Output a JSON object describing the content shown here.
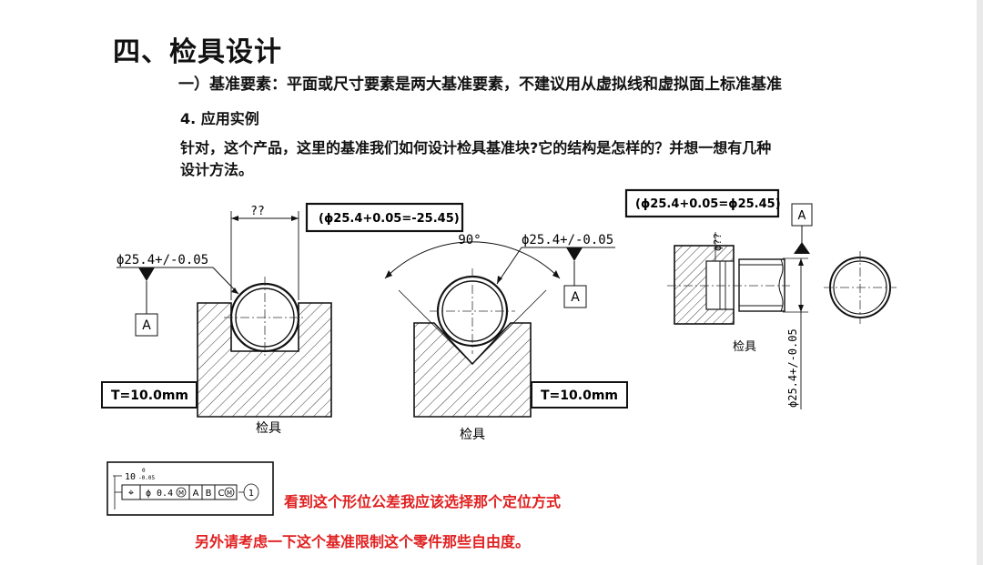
{
  "heading": "四、检具设计",
  "subheading": "一）基准要素：平面或尺寸要素是两大基准要素，不建议用从虚拟线和虚拟面上标准基准",
  "section": "4. 应用实例",
  "question_line1": "针对，这个产品，这里的基准我们如何设计检具基准块?它的结构是怎样的？并想一想有几种",
  "question_line2": "设计方法。",
  "fig1": {
    "dim_top": "??",
    "callout_dim": "ϕ25.4+/-0.05",
    "datum": "A",
    "thickness": "T=10.0mm",
    "caption": "检具"
  },
  "box_mid": "(ϕ25.4+0.05=-25.45)",
  "fig2": {
    "angle": "90°",
    "callout_dim": "ϕ25.4+/-0.05",
    "datum": "A",
    "thickness": "T=10.0mm",
    "caption": "检具"
  },
  "box_right": "(ϕ25.4+0.05=ϕ25.45)",
  "fig3": {
    "datum": "A",
    "bore_dim": "ϕ??",
    "shaft_dim": "ϕ25.4+/-0.05",
    "caption": "检具"
  },
  "fcf": {
    "dim": "10",
    "tol_upper": "0",
    "tol_lower": "-0.05",
    "symbol": "⌖",
    "tolerance": "ϕ 0.4",
    "modifier": "M",
    "datum_a": "A",
    "datum_b": "B",
    "datum_c": "C",
    "datum_c_mod": "M",
    "note": "1"
  },
  "note_red1": "看到这个形位公差我应该选择那个定位方式",
  "note_red2": "另外请考虑一下这个基准限制这个零件那些自由度。"
}
